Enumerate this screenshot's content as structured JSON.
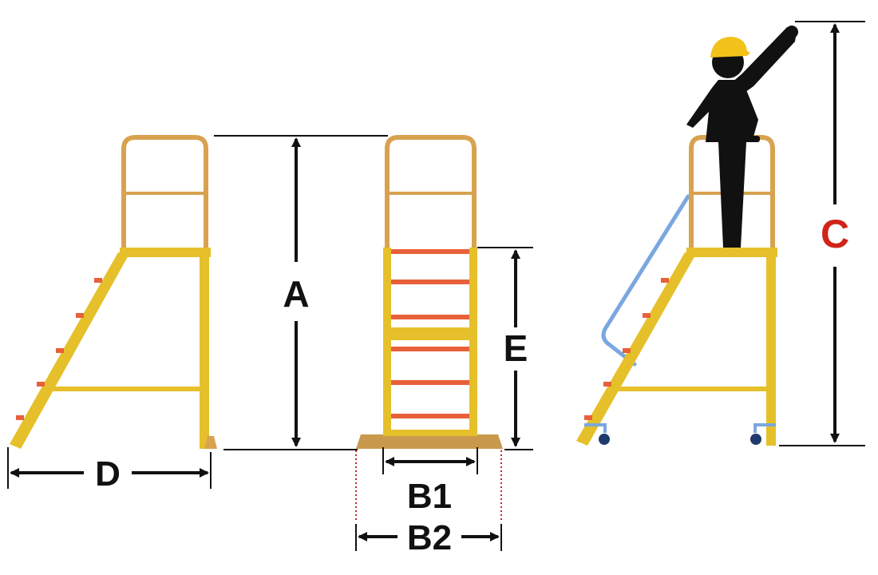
{
  "diagram": {
    "labels": {
      "A": "A",
      "B1": "B1",
      "B2": "B2",
      "C": "C",
      "D": "D",
      "E": "E"
    },
    "colors": {
      "frame_yellow": "#e6c02a",
      "rail_tan": "#d8a24f",
      "step_orange": "#e8603a",
      "base_brown": "#c99a4d",
      "extra_rail_blue": "#7aa7e0",
      "wheel_navy": "#1f3a6d",
      "worker_black": "#111111",
      "helmet_yellow": "#f3c21a",
      "label_black": "#111111",
      "label_red": "#d0241b",
      "guide_red_dotted": "#d0241b"
    },
    "icons": [
      "worker-figure-icon",
      "hard-hat-icon",
      "caster-wheel-icon"
    ]
  }
}
